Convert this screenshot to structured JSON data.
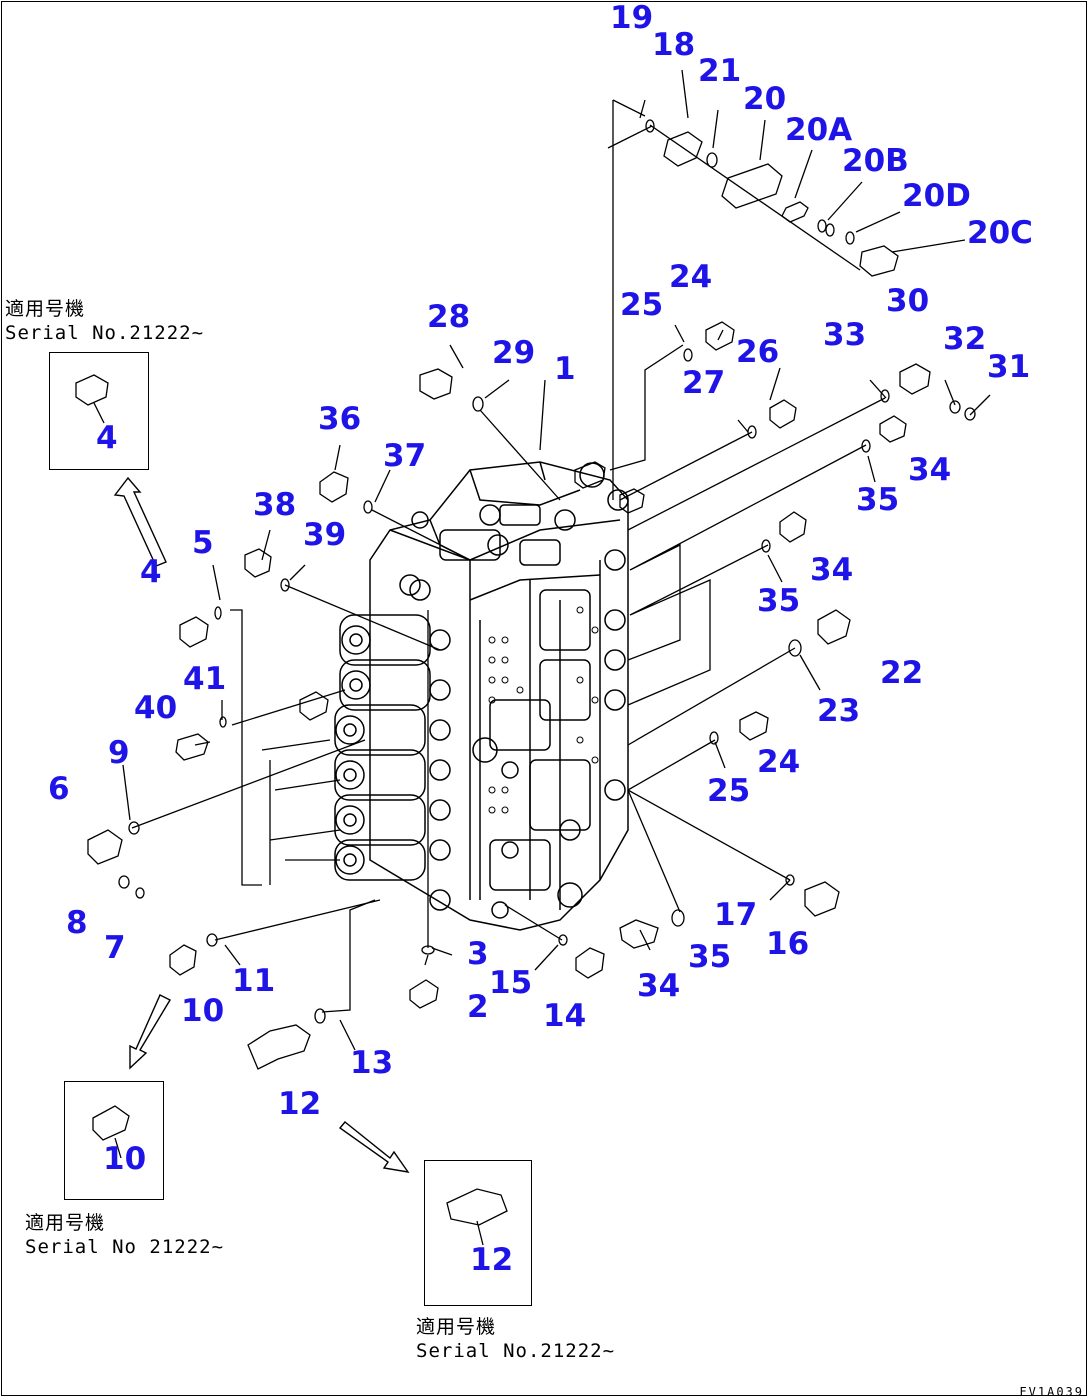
{
  "callouts": {
    "c19": "19",
    "c18": "18",
    "c21": "21",
    "c20": "20",
    "c20A": "20A",
    "c20B": "20B",
    "c20D": "20D",
    "c20C": "20C",
    "c25a": "25",
    "c24a": "24",
    "c26": "26",
    "c27": "27",
    "c30": "30",
    "c32": "32",
    "c31": "31",
    "c33": "33",
    "c34a": "34",
    "c35a": "35",
    "c28": "28",
    "c29": "29",
    "c1": "1",
    "c36": "36",
    "c37": "37",
    "c38": "38",
    "c39": "39",
    "c5": "5",
    "c4": "4",
    "c41": "41",
    "c40": "40",
    "c9": "9",
    "c6": "6",
    "c8": "8",
    "c7": "7",
    "c34b": "34",
    "c35b": "35",
    "c22": "22",
    "c23": "23",
    "c24b": "24",
    "c25b": "25",
    "c17": "17",
    "c16": "16",
    "c34c": "34",
    "c35c": "35",
    "c3": "3",
    "c15": "15",
    "c14": "14",
    "c2": "2",
    "c11": "11",
    "c10": "10",
    "c13": "13",
    "c12": "12"
  },
  "insets": {
    "top_left": {
      "label": "4",
      "note_line1": "適用号機",
      "note_line2": "Serial No.21222~"
    },
    "bottom_left": {
      "label": "10",
      "note_line1": "適用号機",
      "note_line2": "Serial No 21222~"
    },
    "bottom_center": {
      "label": "12",
      "note_line1": "適用号機",
      "note_line2": "Serial No.21222~"
    }
  },
  "drawing_code": "FV1A039",
  "colors": {
    "callout": "#1f14e8",
    "line": "#000000",
    "background": "#ffffff"
  }
}
